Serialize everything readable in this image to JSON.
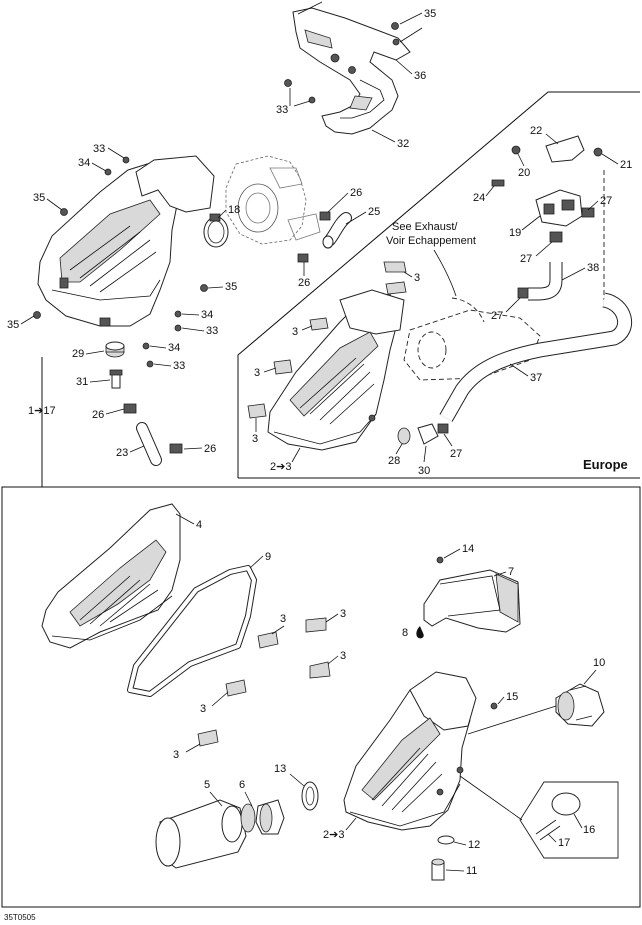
{
  "labels": {
    "l35a": "35",
    "l36": "36",
    "l33a": "33",
    "l32": "32",
    "l22": "22",
    "l21": "21",
    "l20": "20",
    "l27a": "27",
    "l24": "24",
    "l19": "19",
    "l27b": "27",
    "l38": "38",
    "l27c": "27",
    "l37": "37",
    "l27d": "27",
    "l30": "30",
    "l28": "28",
    "l33b": "33",
    "l34a": "34",
    "l35b": "35",
    "l18": "18",
    "l26a": "26",
    "l25": "25",
    "l26b": "26",
    "l35c": "35",
    "l34b": "34",
    "l33c": "33",
    "l34c": "34",
    "l33d": "33",
    "l35d": "35",
    "l29": "29",
    "l31": "31",
    "l26c": "26",
    "l23": "23",
    "l26d": "26",
    "l1to17": "1➔17",
    "l3a": "3",
    "l3b": "3",
    "l3c": "3",
    "l3d": "3",
    "l2to3a": "2➔3",
    "see_exhaust_1": "See Exhaust/",
    "see_exhaust_2": "Voir Echappement",
    "europe": "Europe",
    "l4": "4",
    "l9": "9",
    "l3e": "3",
    "l3f": "3",
    "l3g": "3",
    "l3h": "3",
    "l3i": "3",
    "l14": "14",
    "l7": "7",
    "l8": "8",
    "l10": "10",
    "l15": "15",
    "l5": "5",
    "l6": "6",
    "l13": "13",
    "l2to3b": "2➔3",
    "l12": "12",
    "l11": "11",
    "l16": "16",
    "l17": "17",
    "footer_code": "35T0505"
  }
}
